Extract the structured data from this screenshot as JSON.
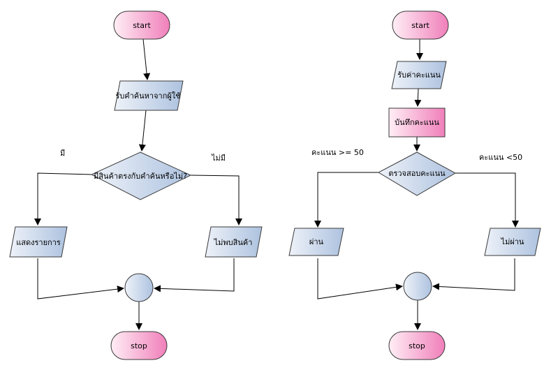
{
  "left": {
    "start": "start",
    "input": "รับคำค้นหาจากผู้ใช้",
    "decision": "มีสินค้าตรงกับคำค้นหรือไม่?",
    "yes_label": "มี",
    "no_label": "ไม่มี",
    "yes_output": "แสดงรายการ",
    "no_output": "ไม่พบสินค้า",
    "stop": "stop"
  },
  "right": {
    "start": "start",
    "input": "รับค่าคะแนน",
    "process": "บันทึกคะแนน",
    "decision": "ตรวจสอบคะแนน",
    "pass_cond": "คะแนน >= 50",
    "fail_cond": "คะแนน <50",
    "pass_output": "ผ่าน",
    "fail_output": "ไม่ผ่าน",
    "stop": "stop"
  },
  "colors": {
    "pink_light": "#ffe6f0",
    "pink_dark": "#f287be",
    "blue_light": "#e8eef7",
    "blue_dark": "#b3c6e0",
    "stroke": "#3a3a3a"
  }
}
